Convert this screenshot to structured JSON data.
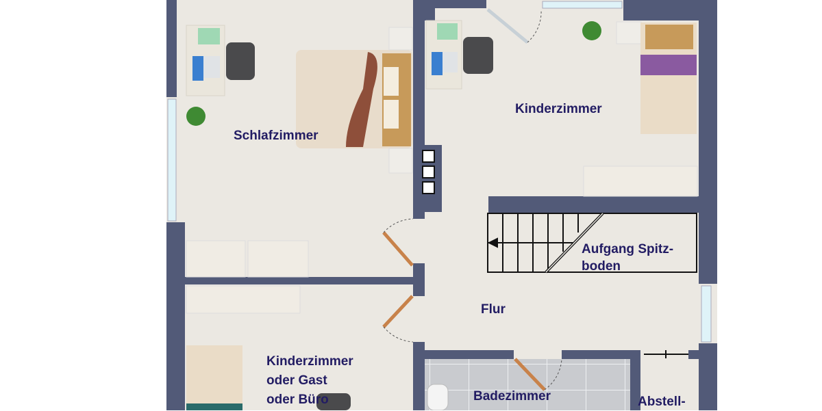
{
  "rooms": {
    "schlafzimmer": "Schlafzimmer",
    "kinderzimmer": "Kinderzimmer",
    "aufgang_line1": "Aufgang Spitz-",
    "aufgang_line2": "boden",
    "flur": "Flur",
    "kinderzimmer2_line1": "Kinderzimmer",
    "kinderzimmer2_line2": "oder Gast",
    "kinderzimmer2_line3": "oder Büro",
    "badezimmer": "Badezimmer",
    "abstell": "Abstell-"
  },
  "colors": {
    "wall": "#525a78",
    "floor": "#ebe8e2",
    "label": "#221c63",
    "window": "#dff3f8",
    "tile": "#c9cbcf"
  }
}
